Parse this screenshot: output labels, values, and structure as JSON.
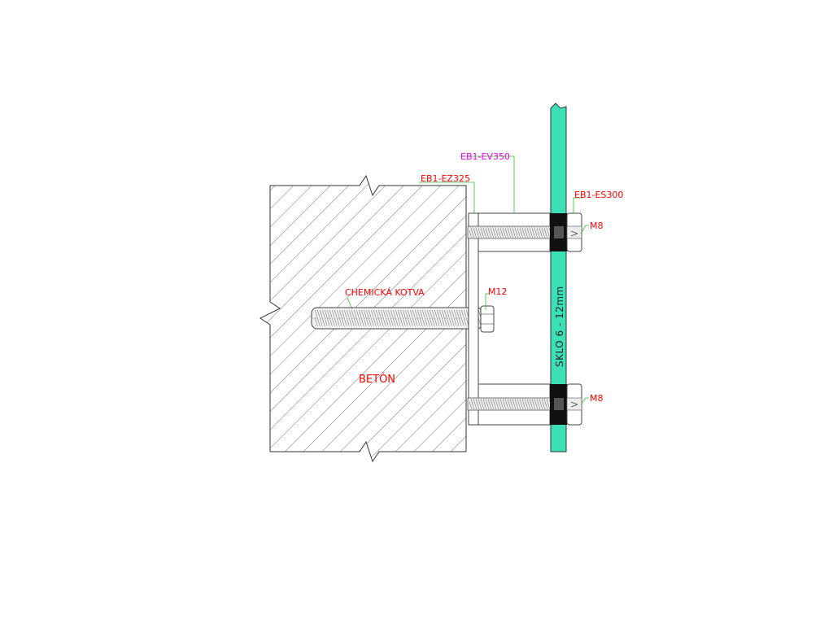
{
  "labels": {
    "chemical_anchor": "CHEMICKÁ KOTVA",
    "anchor_size": "M12",
    "concrete": "BETÓN",
    "spacer": "EB1-EZ325",
    "standoff": "EB1-EV350",
    "cap": "EB1-ES300",
    "bolt_top": "M8",
    "bolt_bottom": "M8",
    "glass": "SKLO  6 - 12mm"
  },
  "colors": {
    "red_label": "#ff0000",
    "magenta_label": "#ee00ee",
    "leader_green": "#33bb33",
    "glass_fill": "#3ce0b6",
    "concrete_hatch": "#555555",
    "outline": "#333333",
    "gasket": "#111111"
  }
}
